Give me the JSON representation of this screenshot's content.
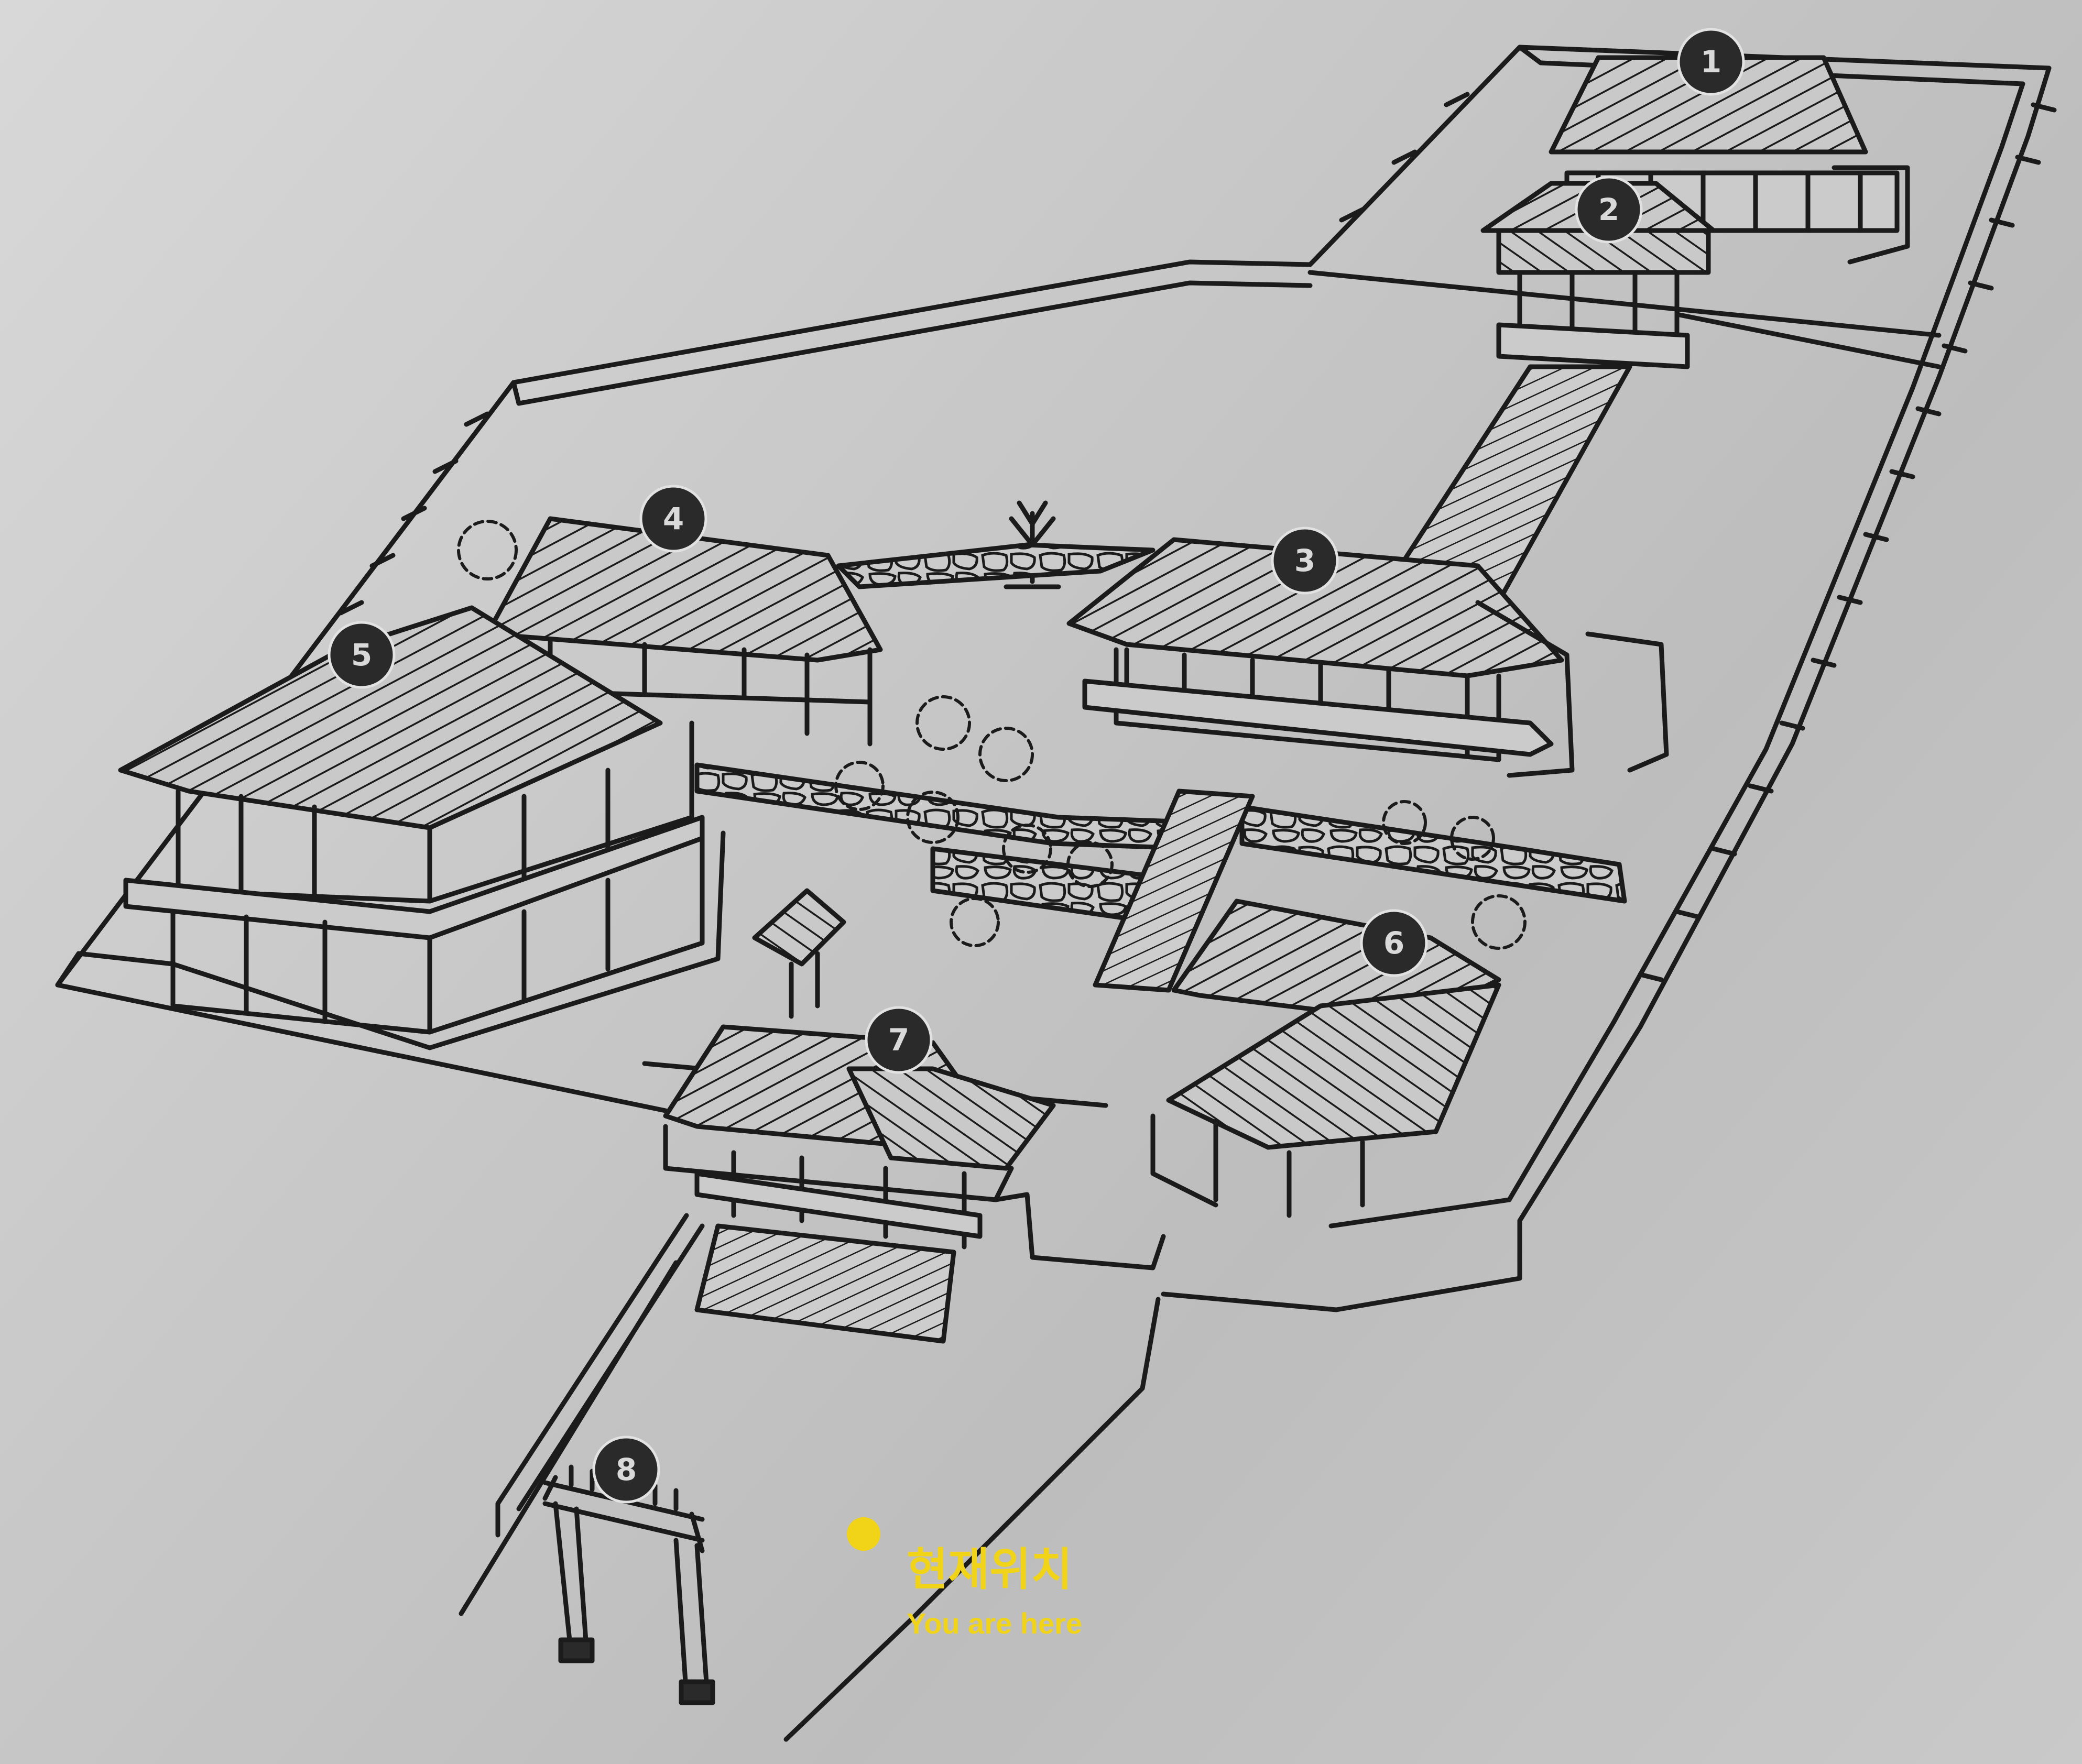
{
  "markers": [
    {
      "number": "1"
    },
    {
      "number": "2"
    },
    {
      "number": "3"
    },
    {
      "number": "4"
    },
    {
      "number": "5"
    },
    {
      "number": "6"
    },
    {
      "number": "7"
    },
    {
      "number": "8"
    }
  ],
  "you_are_here": {
    "label_ko": "현재위치",
    "label_en": "You are here",
    "color": "#f1d418"
  },
  "colors": {
    "line": "#1b1b1b",
    "background": "#c8c8c8",
    "marker_fill": "#2a2a2a"
  }
}
